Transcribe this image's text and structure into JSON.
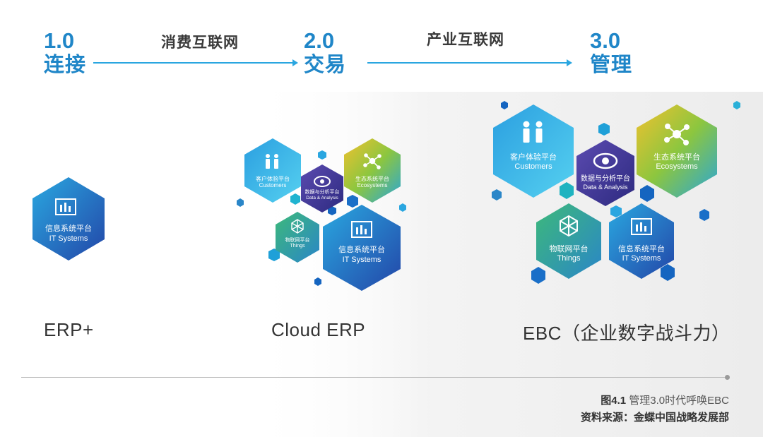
{
  "stages": [
    {
      "num": "1.0",
      "name": "连接"
    },
    {
      "num": "2.0",
      "name": "交易"
    },
    {
      "num": "3.0",
      "name": "管理"
    }
  ],
  "transitions": [
    "消费互联网",
    "产业互联网"
  ],
  "systems": [
    "ERP+",
    "Cloud ERP",
    "EBC（企业数字战斗力）"
  ],
  "hexagons": {
    "it": {
      "zh": "信息系统平台",
      "en": "IT Systems",
      "icon": "chart-icon"
    },
    "customers": {
      "zh": "客户体验平台",
      "en": "Customers",
      "icon": "people-icon"
    },
    "data": {
      "zh": "数据与分析平台",
      "en": "Data & Analysis",
      "icon": "eye-icon"
    },
    "eco": {
      "zh": "生态系统平台",
      "en": "Ecosystems",
      "icon": "network-icon"
    },
    "things": {
      "zh": "物联网平台",
      "en": "Things",
      "icon": "iot-icon"
    }
  },
  "caption": {
    "figure": "图4.1",
    "title": " 管理3.0时代呼唤EBC",
    "source_label": "资料来源：",
    "source": "金蝶中国战略发展部"
  },
  "colors": {
    "accent": "#1f86c8",
    "hex_blue": "#1565c0",
    "hex_green": "#43c27a",
    "hex_cyan": "#29b6e8",
    "hex_purple": "#4a3a9a",
    "hex_yellow": "#f2c12e"
  }
}
